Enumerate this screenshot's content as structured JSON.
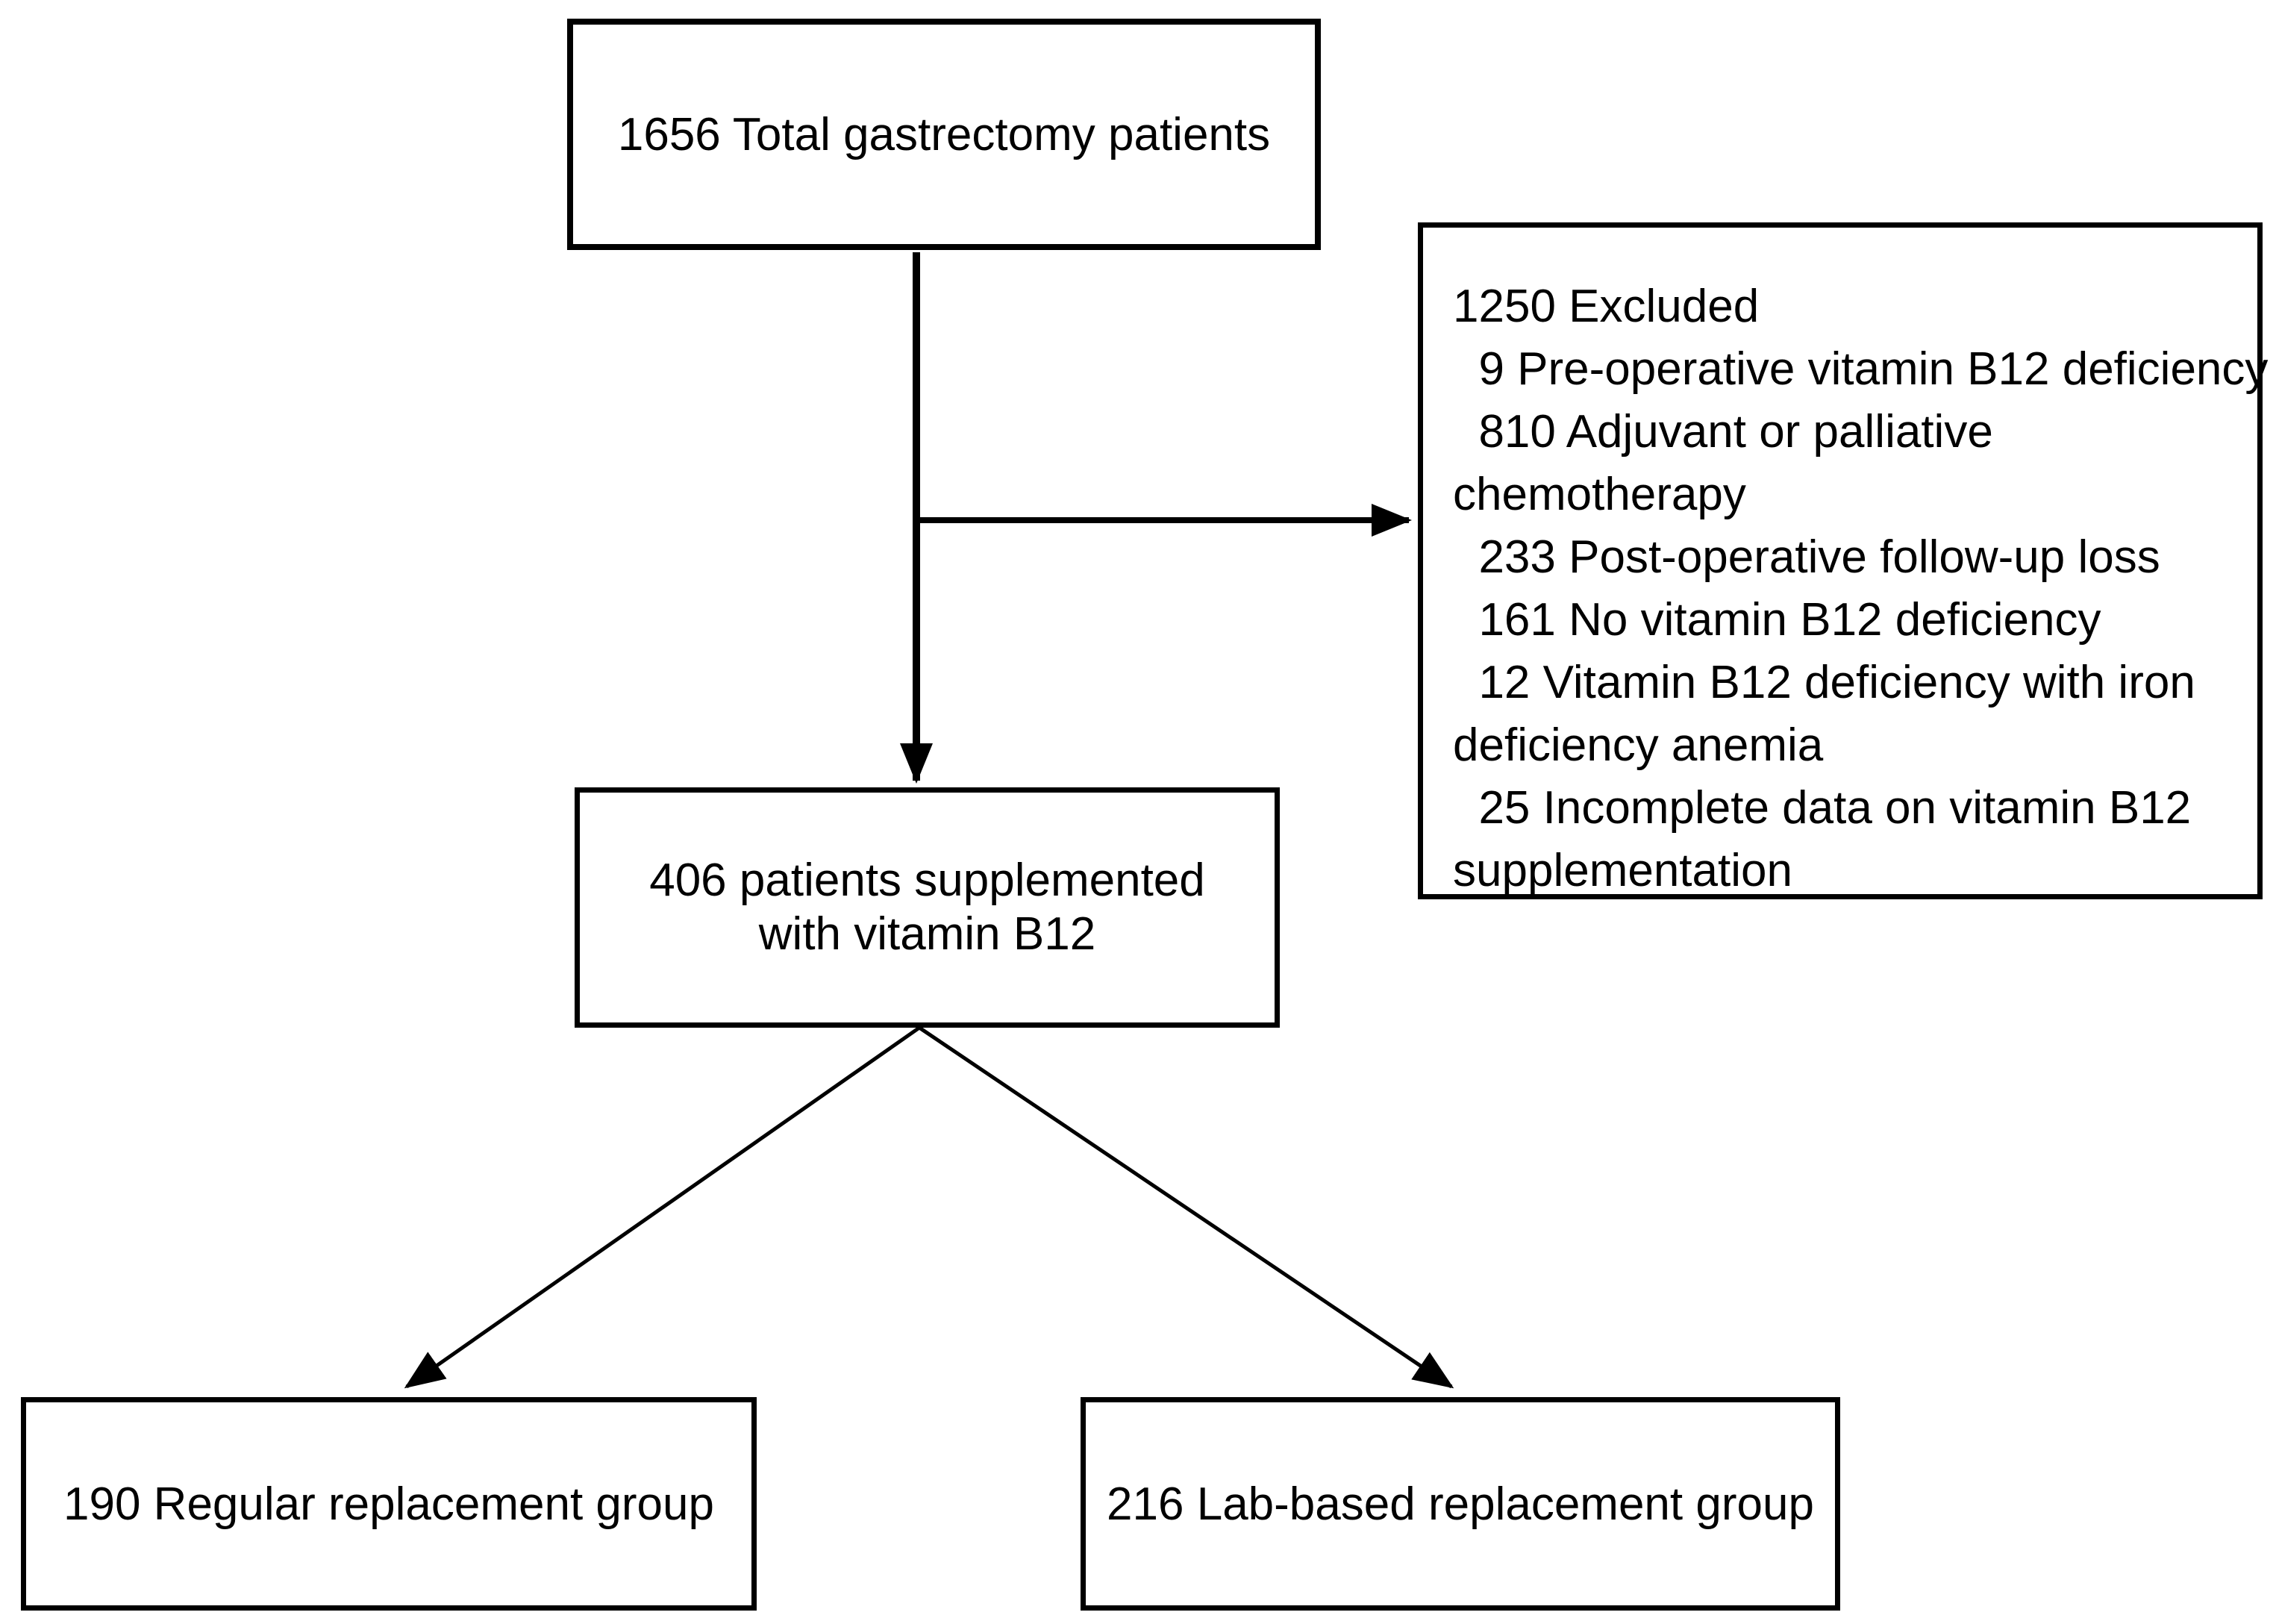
{
  "diagram": {
    "kind": "patient-flow-chart",
    "colors": {
      "line": "#000000",
      "text": "#000000",
      "background": "#ffffff"
    },
    "nodes": {
      "top": {
        "text": "1656 Total gastrectomy patients",
        "count": 1656
      },
      "excluded": {
        "count": 1250,
        "lines": [
          "1250 Excluded",
          "  9 Pre-operative vitamin B12 deficiency",
          "  810 Adjuvant or palliative",
          "chemotherapy",
          "  233 Post-operative follow-up loss",
          "  161 No vitamin B12 deficiency",
          "  12 Vitamin B12 deficiency with iron",
          "deficiency anemia",
          "  25 Incomplete data on vitamin B12",
          "supplementation"
        ],
        "items": [
          {
            "count": 9,
            "reason": "Pre-operative vitamin B12 deficiency"
          },
          {
            "count": 810,
            "reason": "Adjuvant or palliative chemotherapy"
          },
          {
            "count": 233,
            "reason": "Post-operative follow-up loss"
          },
          {
            "count": 161,
            "reason": "No vitamin B12 deficiency"
          },
          {
            "count": 12,
            "reason": "Vitamin B12 deficiency with iron deficiency anemia"
          },
          {
            "count": 25,
            "reason": "Incomplete data on vitamin B12 supplementation"
          }
        ]
      },
      "middle": {
        "text": "406 patients supplemented\nwith vitamin B12",
        "count": 406
      },
      "bottom_left": {
        "text": "190 Regular replacement group",
        "count": 190
      },
      "bottom_right": {
        "text": "216 Lab-based replacement group",
        "count": 216
      }
    },
    "edges": [
      {
        "from": "top",
        "to": "middle"
      },
      {
        "from": "top",
        "to": "excluded"
      },
      {
        "from": "middle",
        "to": "bottom_left"
      },
      {
        "from": "middle",
        "to": "bottom_right"
      }
    ]
  }
}
